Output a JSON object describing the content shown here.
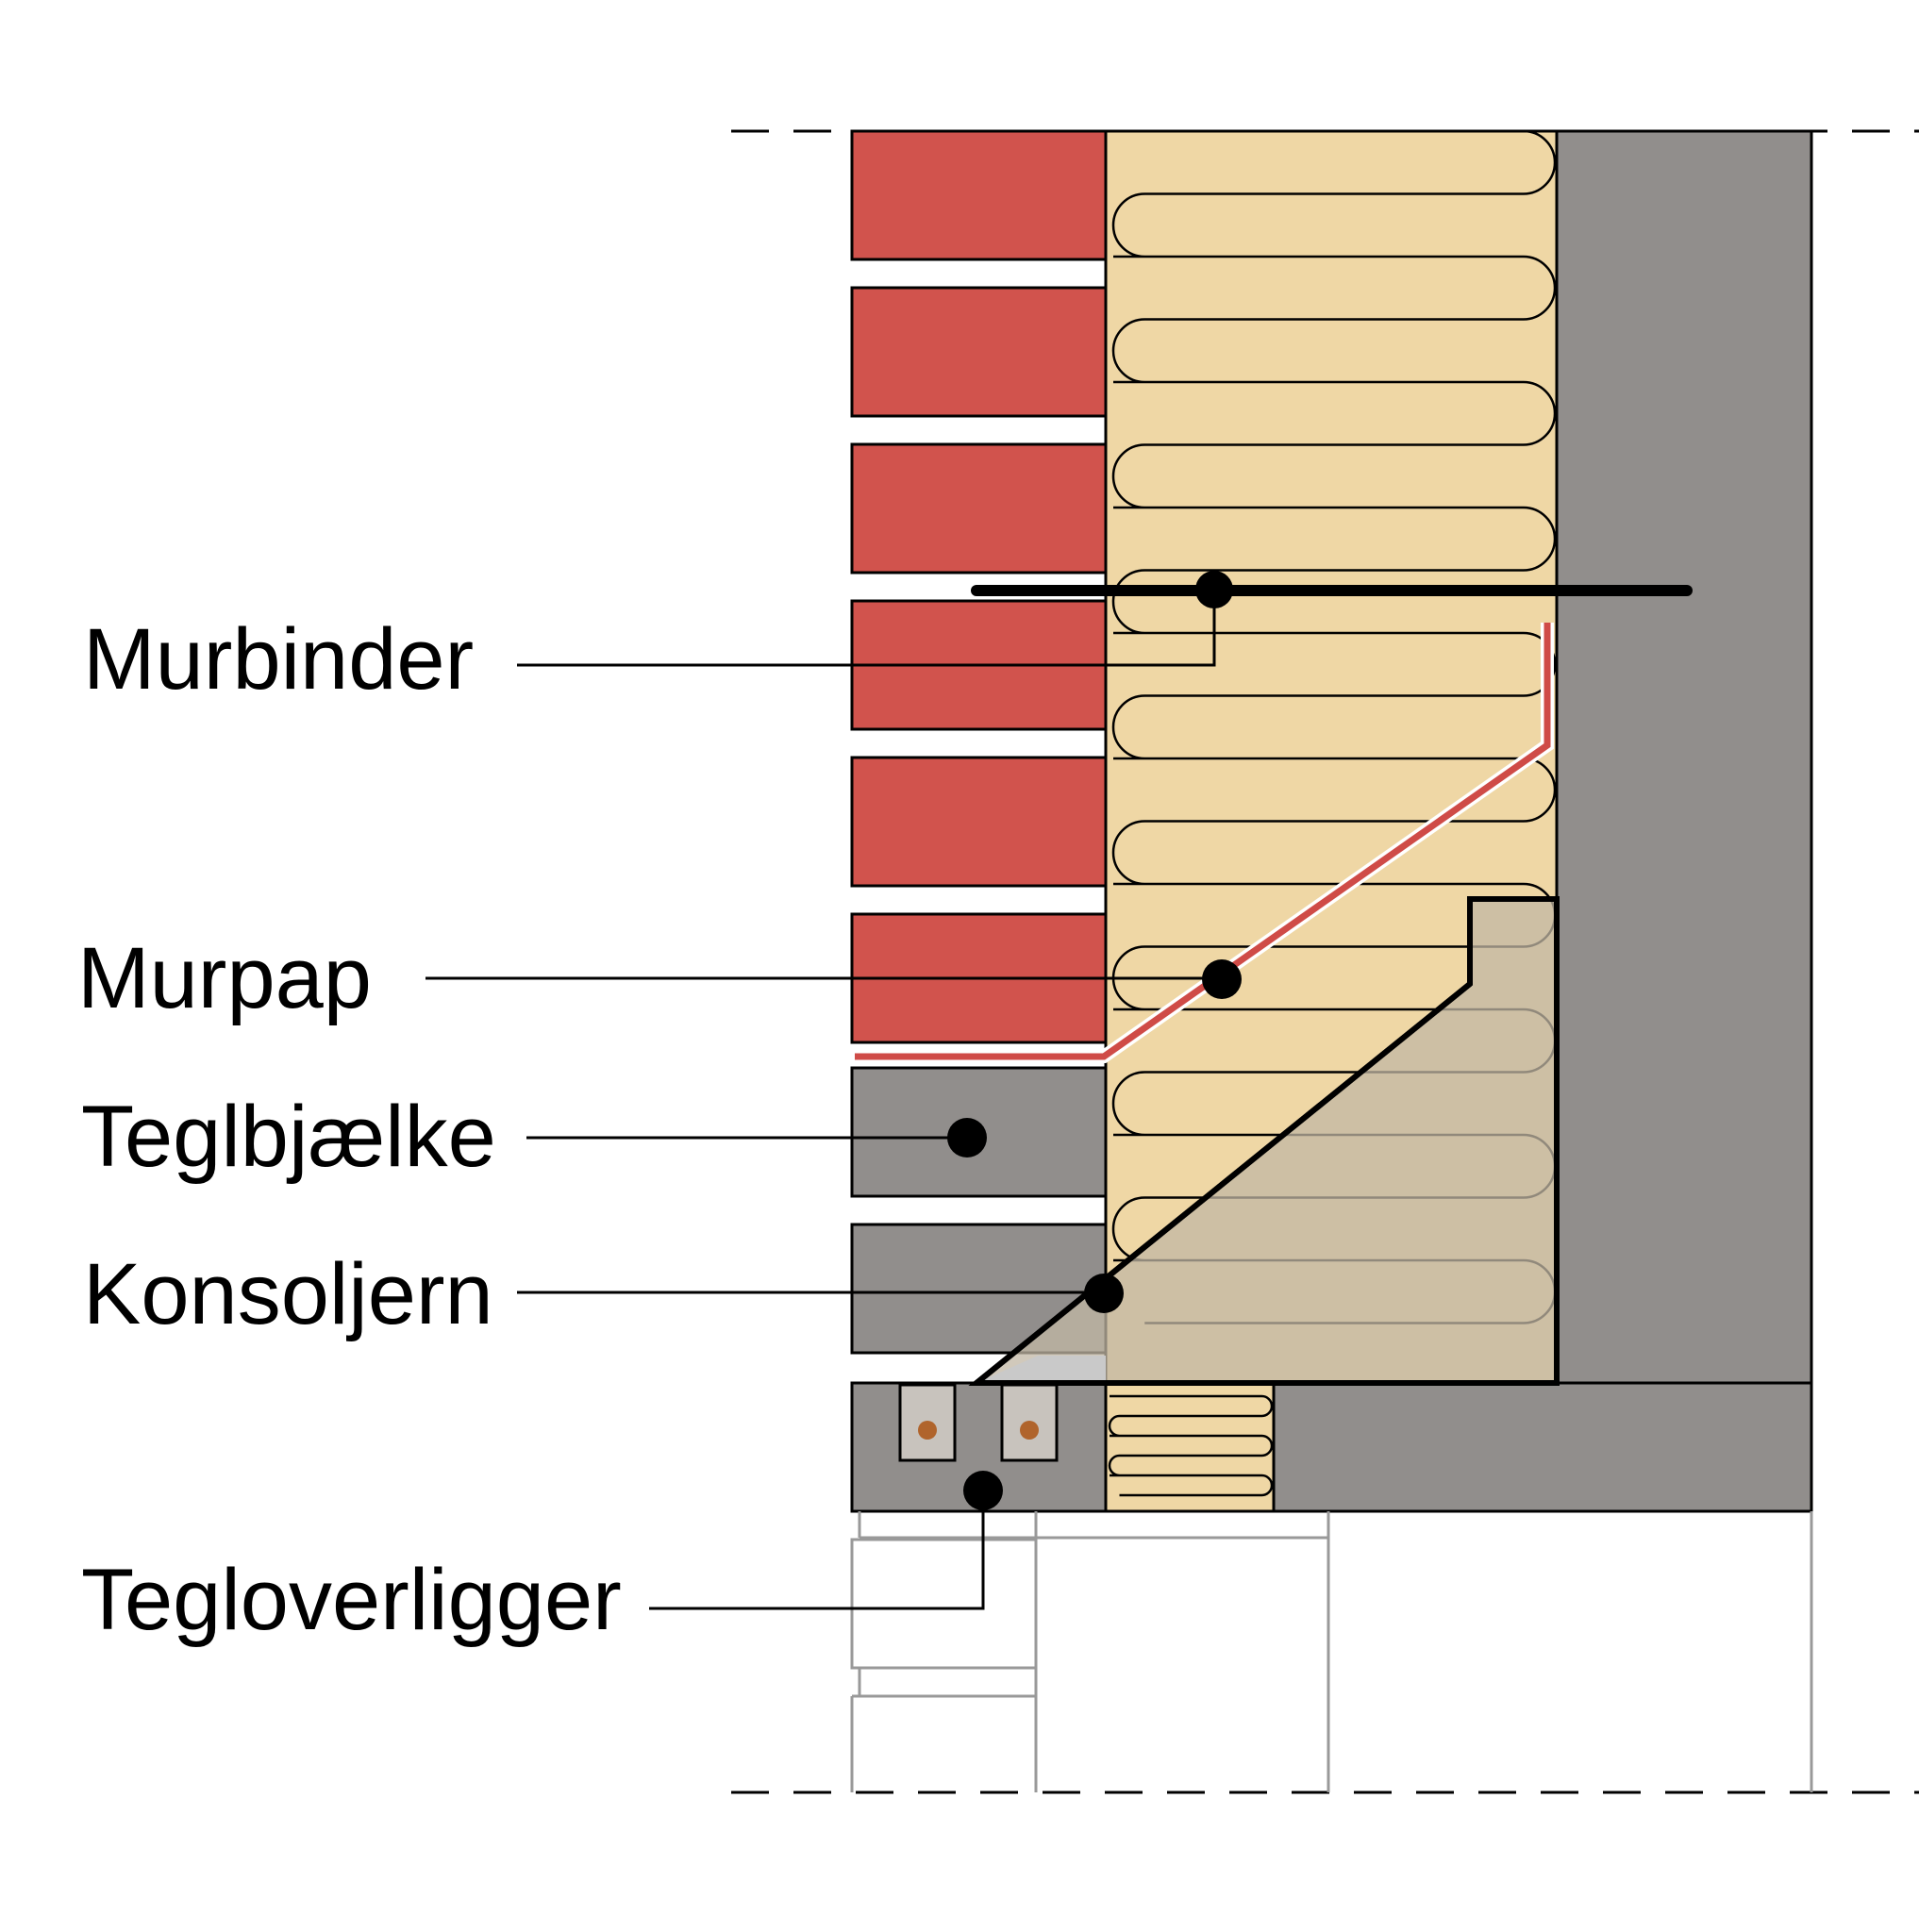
{
  "colors": {
    "brick": "#d1534d",
    "insulation": "#efd7a5",
    "concrete": "#918e8c",
    "bracket_fill": "#c2b7a4",
    "wall_tie": "#000000",
    "damp_proof_course": "#cf4b47",
    "bolt": "#b0642c",
    "background": "#ffffff"
  },
  "labels": {
    "murbinder": "Murbinder",
    "murpap": "Murpap",
    "teglbjaelke": "Teglbjælke",
    "konsoljern": "Konsoljern",
    "tegloverligger": "Tegloverligger"
  }
}
